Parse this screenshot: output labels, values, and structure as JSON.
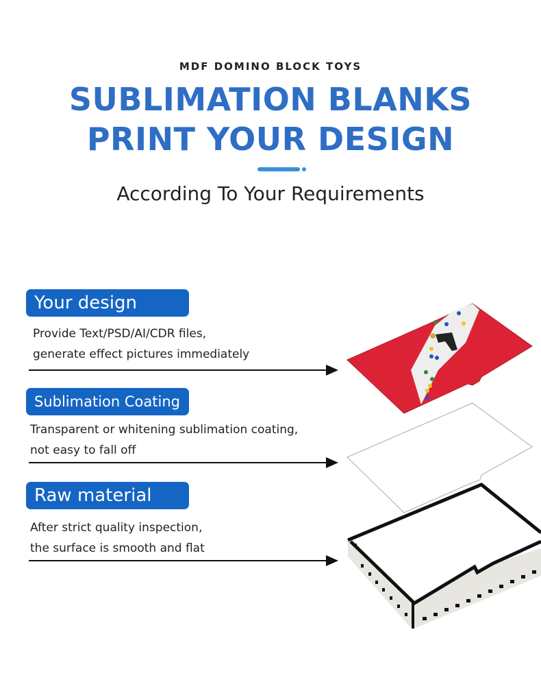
{
  "header": {
    "kicker": "MDF DOMINO BLOCK TOYS",
    "title_line1": "SUBLIMATION BLANKS",
    "title_line2": "PRINT YOUR DESIGN",
    "subtitle": "According To Your Requirements",
    "accent_color": "#2e6ec4"
  },
  "layers": [
    {
      "label": "Your design",
      "lines": [
        "Provide Text/PSD/AI/CDR files,",
        "generate effect pictures immediately"
      ]
    },
    {
      "label": "Sublimation Coating",
      "lines": [
        "Transparent or whitening sublimation coating,",
        "not easy to fall off"
      ]
    },
    {
      "label": "Raw material",
      "lines": [
        "After strict quality inspection,",
        "the surface is smooth and flat"
      ]
    }
  ]
}
